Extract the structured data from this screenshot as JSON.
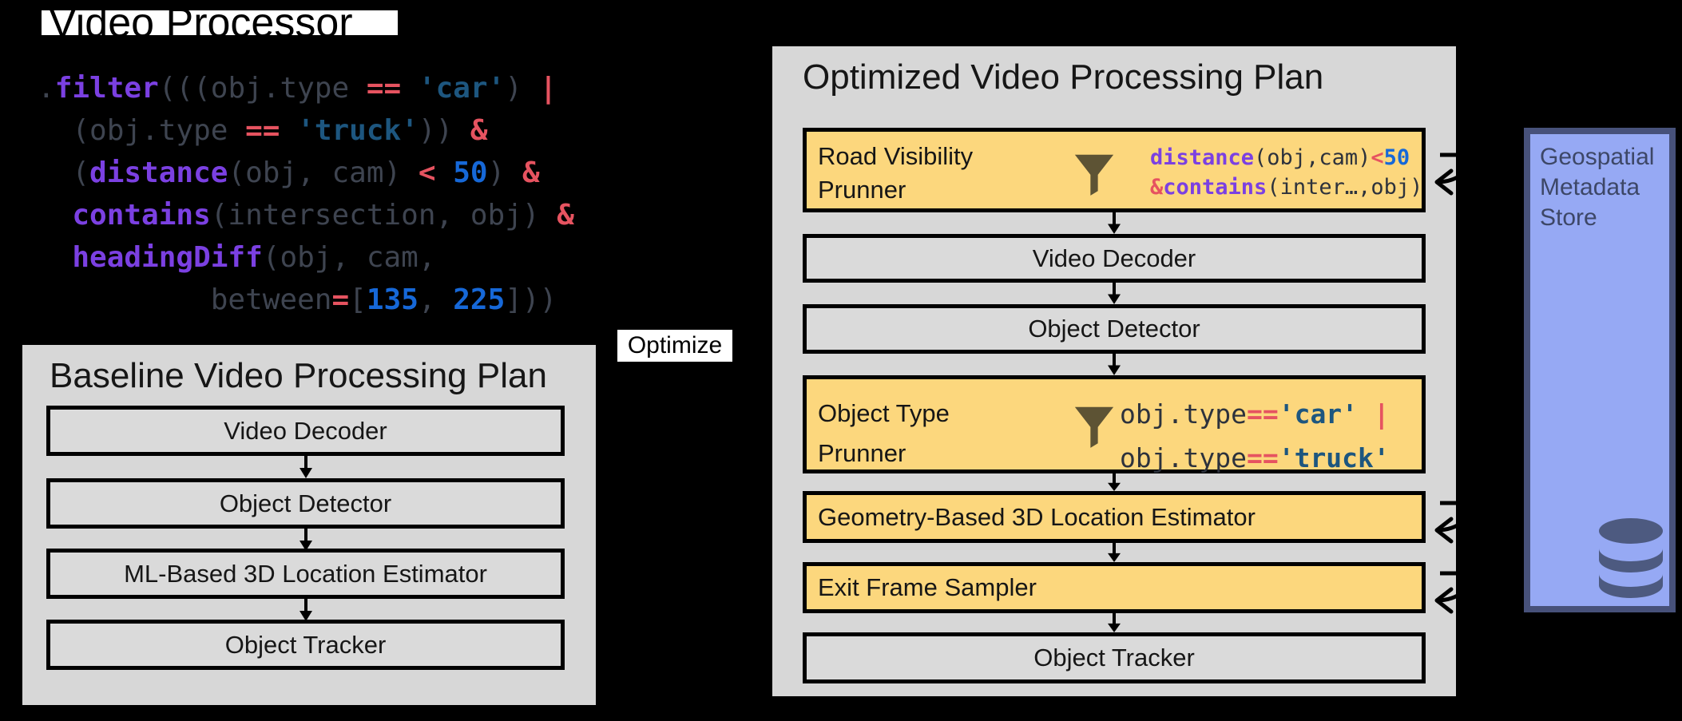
{
  "title": {
    "text": "Video Processor"
  },
  "code_block": {
    "lines": [
      [
        [
          ".",
          "def"
        ],
        [
          "filter",
          "fn"
        ],
        [
          "(((",
          "def"
        ],
        [
          "obj.type ",
          "def"
        ],
        [
          "==",
          "op"
        ],
        [
          " ",
          "def"
        ],
        [
          "'car'",
          "str"
        ],
        [
          ") ",
          "def"
        ],
        [
          "|",
          "op"
        ]
      ],
      [
        [
          "  (",
          "def"
        ],
        [
          "obj.type ",
          "def"
        ],
        [
          "==",
          "op"
        ],
        [
          " ",
          "def"
        ],
        [
          "'truck'",
          "str"
        ],
        [
          ")) ",
          "def"
        ],
        [
          "&",
          "op"
        ]
      ],
      [
        [
          "  (",
          "def"
        ],
        [
          "distance",
          "fn"
        ],
        [
          "(obj, cam) ",
          "def"
        ],
        [
          "<",
          "op"
        ],
        [
          " ",
          "def"
        ],
        [
          "50",
          "num"
        ],
        [
          ") ",
          "def"
        ],
        [
          "&",
          "op"
        ]
      ],
      [
        [
          "  ",
          "def"
        ],
        [
          "contains",
          "fn"
        ],
        [
          "(intersection, obj) ",
          "def"
        ],
        [
          "&",
          "op"
        ]
      ],
      [
        [
          "  ",
          "def"
        ],
        [
          "headingDiff",
          "fn"
        ],
        [
          "(obj, cam,",
          "def"
        ]
      ],
      [
        [
          "          between",
          "def"
        ],
        [
          "=",
          "op"
        ],
        [
          "[",
          "def"
        ],
        [
          "135",
          "num"
        ],
        [
          ", ",
          "def"
        ],
        [
          "225",
          "num"
        ],
        [
          "]))",
          "def"
        ]
      ]
    ]
  },
  "optimize_label": {
    "text": "Optimize"
  },
  "baseline_plan": {
    "title": "Baseline Video Processing Plan",
    "stages": [
      {
        "label": "Video Decoder"
      },
      {
        "label": "Object Detector"
      },
      {
        "label": "ML-Based 3D Location Estimator"
      },
      {
        "label": "Object Tracker"
      }
    ]
  },
  "optimized_plan": {
    "title": "Optimized Video Processing Plan",
    "stages": [
      {
        "label": "Road Visibility\nPrunner",
        "type": "prunner",
        "code": [
          [
            [
              "distance",
              "fn"
            ],
            [
              "(obj,cam)",
              "def2"
            ],
            [
              "<",
              "op"
            ],
            [
              "50",
              "num"
            ]
          ],
          [
            [
              "&",
              "op"
            ],
            [
              "contains",
              "fn"
            ],
            [
              "(inter…,obj)",
              "def2"
            ]
          ]
        ]
      },
      {
        "label": "Video Decoder"
      },
      {
        "label": "Object Detector"
      },
      {
        "label": "Object Type\nPrunner",
        "type": "prunner",
        "code": [
          [
            [
              "obj.type",
              "def2"
            ],
            [
              "==",
              "op"
            ],
            [
              "'car'",
              "str"
            ],
            [
              " ",
              "def2"
            ],
            [
              "|",
              "op"
            ]
          ],
          [
            [
              "obj.type",
              "def2"
            ],
            [
              "==",
              "op"
            ],
            [
              "'truck'",
              "str"
            ]
          ]
        ]
      },
      {
        "label": "Geometry-Based 3D Location Estimator",
        "type": "optimized"
      },
      {
        "label": "Exit Frame Sampler",
        "type": "optimized"
      },
      {
        "label": "Object Tracker"
      }
    ]
  },
  "store": {
    "label": "Geospatial Metadata Store",
    "icon": "database-icon"
  },
  "colors": {
    "background": "#000000",
    "highlight_bg": "#ffffff",
    "panel_gray": "#d7d7d7",
    "stage_gray": "#dadada",
    "stage_yellow": "#fcd77d",
    "stage_border": "#000000",
    "funnel": "#5d5334",
    "store_fill": "#96a9f4",
    "store_border": "#47517a",
    "store_text": "#3d4767",
    "db_icon": "#4d5a80",
    "code_default": "#3e4450",
    "code_default_dark": "#2d323c",
    "code_function": "#7b40e2",
    "code_operator": "#e65360",
    "code_string": "#1d567f",
    "code_number": "#1668d8"
  }
}
